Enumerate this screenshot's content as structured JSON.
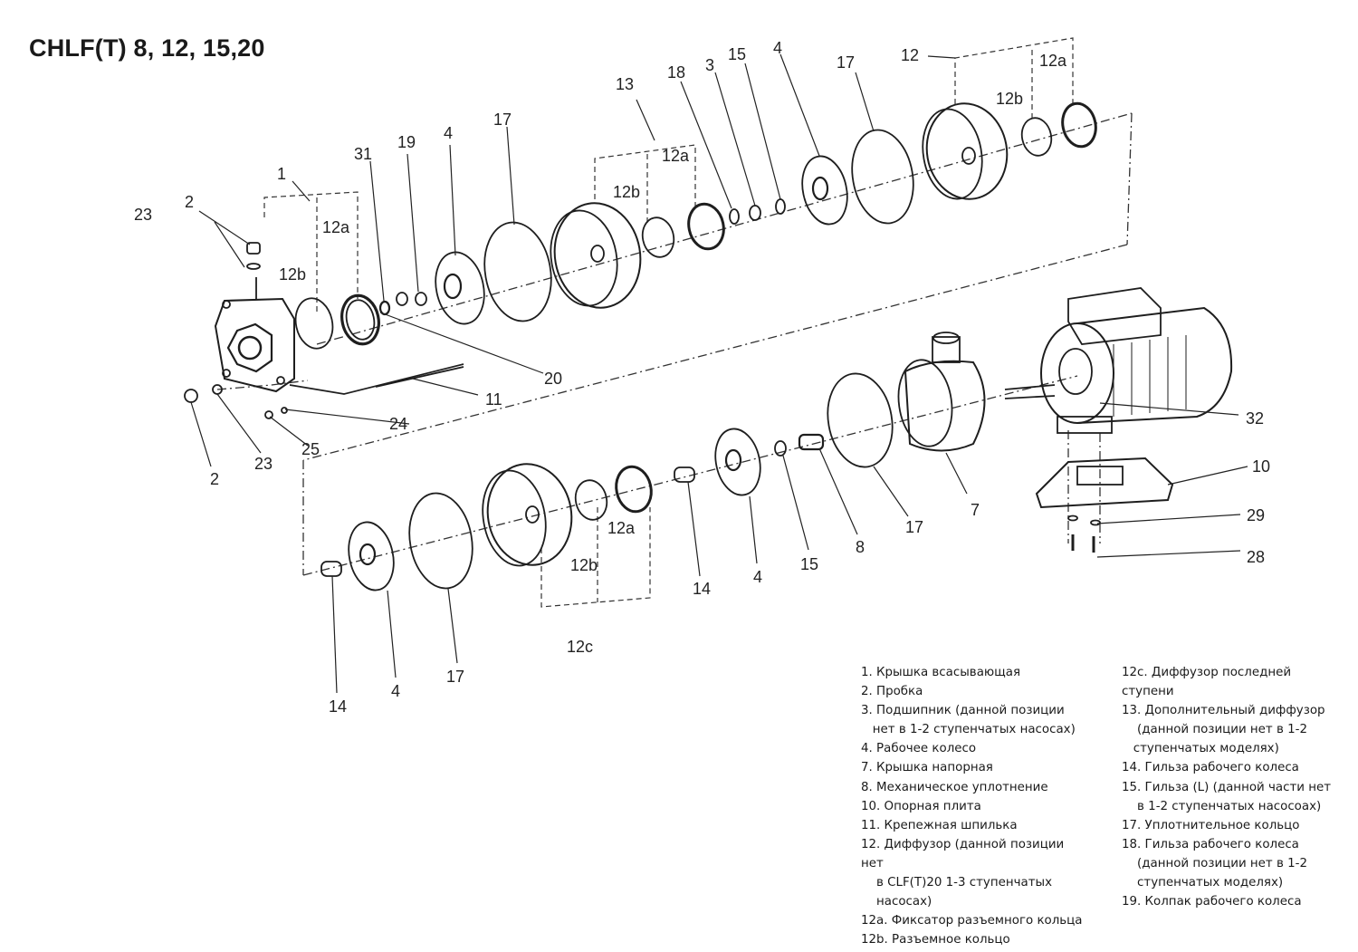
{
  "title": "CHLF(T) 8, 12, 15,20",
  "callouts": [
    "1",
    "2",
    "23",
    "12b",
    "12a",
    "31",
    "19",
    "4",
    "17",
    "13",
    "12b",
    "12a",
    "18",
    "3",
    "15",
    "4",
    "17",
    "12",
    "12a",
    "12b",
    "20",
    "11",
    "24",
    "25",
    "2",
    "23",
    "32",
    "10",
    "29",
    "28",
    "7",
    "17",
    "8",
    "15",
    "4",
    "14",
    "12a",
    "12b",
    "12c",
    "17",
    "4",
    "14"
  ],
  "legend": {
    "left": [
      "1. Крышка всасывающая",
      "2. Пробка",
      "3. Подшипник (данной позиции",
      "   нет в 1-2 ступенчатых насосах)",
      "4. Рабочее колесо",
      "7. Крышка напорная",
      "8. Механическое уплотнение",
      "10. Опорная плита",
      "11. Крепежная шпилька",
      "12. Диффузор (данной позиции",
      "нет",
      "    в CLF(T)20 1-3 ступенчатых",
      "    насосах)",
      "12a. Фиксатор разъемного кольца",
      "12b. Разъемное кольцо"
    ],
    "right": [
      "12c. Диффузор последней",
      "ступени",
      "13. Дополнительный диффузор",
      "    (данной позиции нет в 1-2",
      "   ступенчатых моделях)",
      "14. Гильза рабочего колеса",
      "15. Гильза (L) (данной части нет",
      "    в 1-2 ступенчатых насосоах)",
      "17. Уплотнительное кольцо",
      "18. Гильза рабочего колеса",
      "    (данной позиции нет в 1-2",
      "    ступенчатых моделях)",
      "19. Колпак рабочего колеса"
    ]
  }
}
